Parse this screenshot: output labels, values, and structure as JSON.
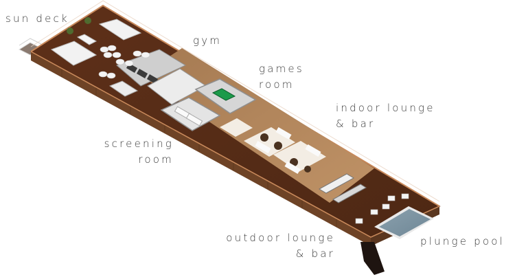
{
  "diagram": {
    "type": "isometric floor plan",
    "subject": "rooftop deck amenity plan",
    "colors": {
      "deck_wood": "#5a2e17",
      "deck_edge": "#7a4a2a",
      "railing": "#c98a5c",
      "interior_floor": "#b0845a",
      "walls": "#8f8f8f",
      "furniture": "#f2f2f2",
      "pool_water": "#7f95a3",
      "pool_table": "#1c9a4a",
      "text": "#3a3a3a"
    }
  },
  "labels": {
    "sun_deck": {
      "line1": "sun deck"
    },
    "gym": {
      "line1": "gym"
    },
    "games_room": {
      "line1": "games",
      "line2": "room"
    },
    "indoor_lounge": {
      "line1": "indoor lounge",
      "line2": "& bar"
    },
    "screening_room": {
      "line1": "screening",
      "line2": "room"
    },
    "outdoor_lounge": {
      "line1": "outdoor lounge",
      "line2": "& bar"
    },
    "plunge_pool": {
      "line1": "plunge pool"
    }
  }
}
